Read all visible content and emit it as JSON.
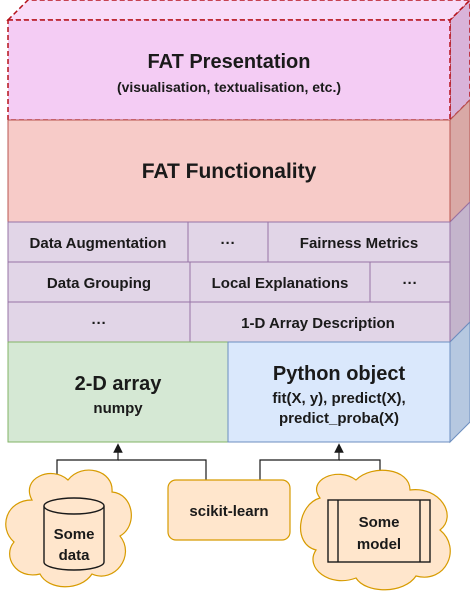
{
  "presentation": {
    "title": "FAT Presentation",
    "subtitle": "(visualisation, textualisation, etc.)"
  },
  "functionality": {
    "title": "FAT Functionality"
  },
  "row1": {
    "augmentation": "Data Augmentation",
    "ellipsis": "···",
    "fairness": "Fairness Metrics"
  },
  "row2": {
    "grouping": "Data Grouping",
    "local_explanations": "Local Explanations",
    "ellipsis": "···"
  },
  "row3": {
    "ellipsis": "···",
    "array_description": "1-D Array Description"
  },
  "array_box": {
    "title": "2-D array",
    "subtitle": "numpy"
  },
  "python_box": {
    "title": "Python object",
    "line1": "fit(X, y), predict(X),",
    "line2": "predict_proba(X)"
  },
  "bottom": {
    "data_line1": "Some",
    "data_line2": "data",
    "sklearn": "scikit-learn",
    "model_line1": "Some",
    "model_line2": "model"
  },
  "colors": {
    "presentation": "#f4ccf4",
    "presentation_border": "#b5121b",
    "functionality": "#f7cbc8",
    "functionality_border": "#b85450",
    "component": "#e1d5e7",
    "component_border": "#9673a6",
    "array": "#d5e8d4",
    "array_border": "#82b366",
    "python": "#dae8fc",
    "python_border": "#6c8ebf",
    "bottom": "#ffe6cc",
    "bottom_border": "#d79b00"
  }
}
